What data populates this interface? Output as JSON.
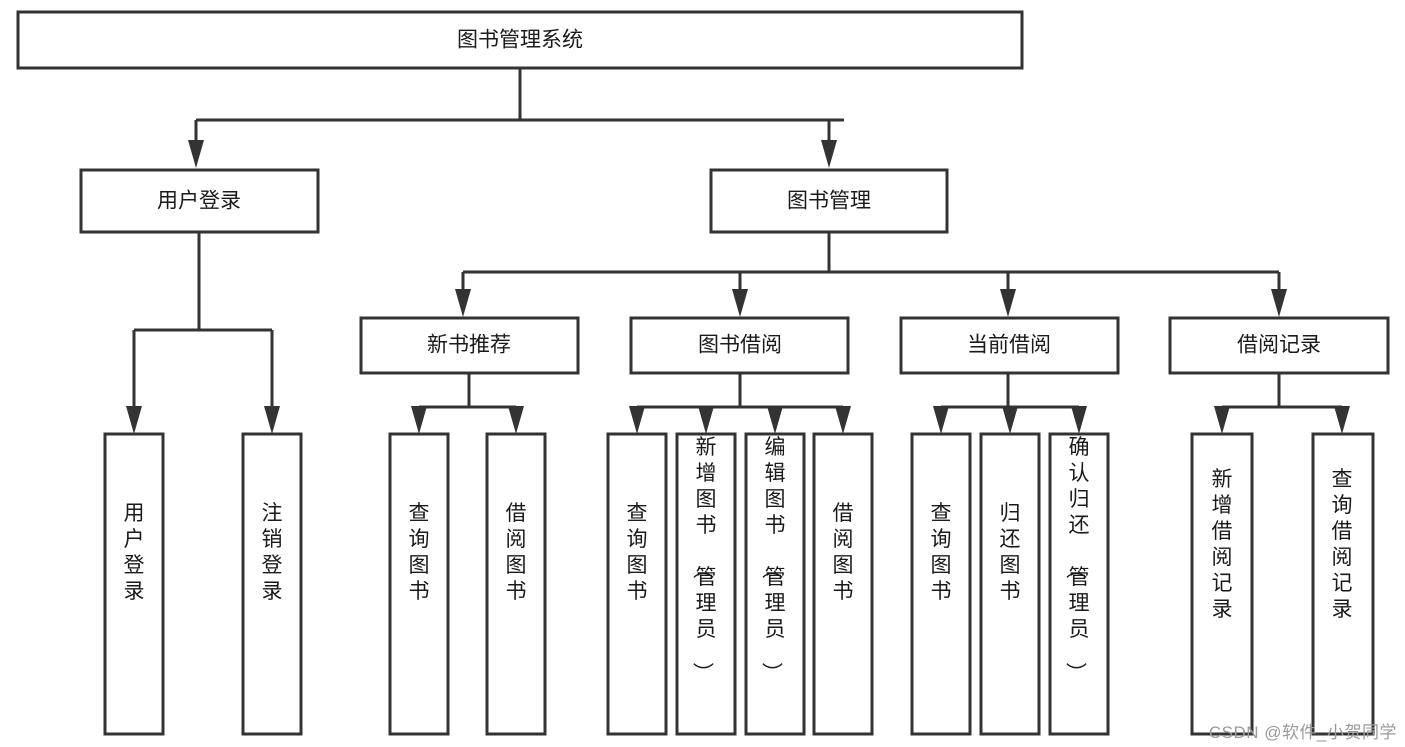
{
  "diagram": {
    "type": "hierarchy-tree",
    "title": "图书管理系统",
    "watermark": "CSDN @软件_小贺同学",
    "colors": {
      "box_stroke": "#333333",
      "box_fill": "#ffffff",
      "text": "#1a1a1a",
      "background": "#ffffff",
      "watermark": "#9a9a9a"
    },
    "root": {
      "id": "root",
      "label": "图书管理系统",
      "orientation": "horizontal"
    },
    "level2": [
      {
        "id": "user-login",
        "label": "用户登录",
        "orientation": "horizontal"
      },
      {
        "id": "book-management",
        "label": "图书管理",
        "orientation": "horizontal"
      }
    ],
    "level3": [
      {
        "id": "new-book-recommend",
        "label": "新书推荐",
        "parent": "book-management",
        "orientation": "horizontal"
      },
      {
        "id": "book-borrow",
        "label": "图书借阅",
        "parent": "book-management",
        "orientation": "horizontal"
      },
      {
        "id": "current-borrow",
        "label": "当前借阅",
        "parent": "book-management",
        "orientation": "horizontal"
      },
      {
        "id": "borrow-record",
        "label": "借阅记录",
        "parent": "book-management",
        "orientation": "horizontal"
      }
    ],
    "leaves": [
      {
        "id": "leaf-user-login",
        "label": "用户登录",
        "parent": "user-login",
        "orientation": "vertical"
      },
      {
        "id": "leaf-logout-login",
        "label": "注销登录",
        "parent": "user-login",
        "orientation": "vertical"
      },
      {
        "id": "leaf-query-book-1",
        "label": "查询图书",
        "parent": "new-book-recommend",
        "orientation": "vertical"
      },
      {
        "id": "leaf-borrow-book-1",
        "label": "借阅图书",
        "parent": "new-book-recommend",
        "orientation": "vertical"
      },
      {
        "id": "leaf-query-book-2",
        "label": "查询图书",
        "parent": "book-borrow",
        "orientation": "vertical"
      },
      {
        "id": "leaf-add-book",
        "label": "新增图书（管理员）",
        "parent": "book-borrow",
        "orientation": "vertical"
      },
      {
        "id": "leaf-edit-book",
        "label": "编辑图书（管理员）",
        "parent": "book-borrow",
        "orientation": "vertical"
      },
      {
        "id": "leaf-borrow-book-2",
        "label": "借阅图书",
        "parent": "book-borrow",
        "orientation": "vertical"
      },
      {
        "id": "leaf-query-book-3",
        "label": "查询图书",
        "parent": "current-borrow",
        "orientation": "vertical"
      },
      {
        "id": "leaf-return-book",
        "label": "归还图书",
        "parent": "current-borrow",
        "orientation": "vertical"
      },
      {
        "id": "leaf-confirm-return",
        "label": "确认归还（管理员）",
        "parent": "current-borrow",
        "orientation": "vertical"
      },
      {
        "id": "leaf-add-record",
        "label": "新增借阅记录",
        "parent": "borrow-record",
        "orientation": "vertical"
      },
      {
        "id": "leaf-query-record",
        "label": "查询借阅记录",
        "parent": "borrow-record",
        "orientation": "vertical"
      }
    ]
  }
}
